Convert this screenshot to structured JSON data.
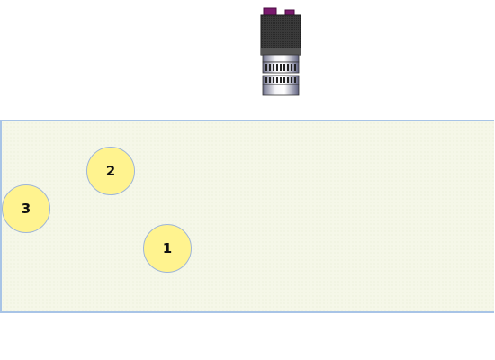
{
  "camera": {
    "icon": "camera-icon",
    "body_color": "#2e2e2e",
    "accent_color": "#8a1a7a"
  },
  "work_area": {
    "background_color": "#f5f7e8",
    "border_color": "#a8c4e6"
  },
  "markers": [
    {
      "label": "1"
    },
    {
      "label": "2"
    },
    {
      "label": "3"
    }
  ],
  "marker_style": {
    "fill_color": "#fff38f",
    "border_color": "#9fb6d8"
  }
}
